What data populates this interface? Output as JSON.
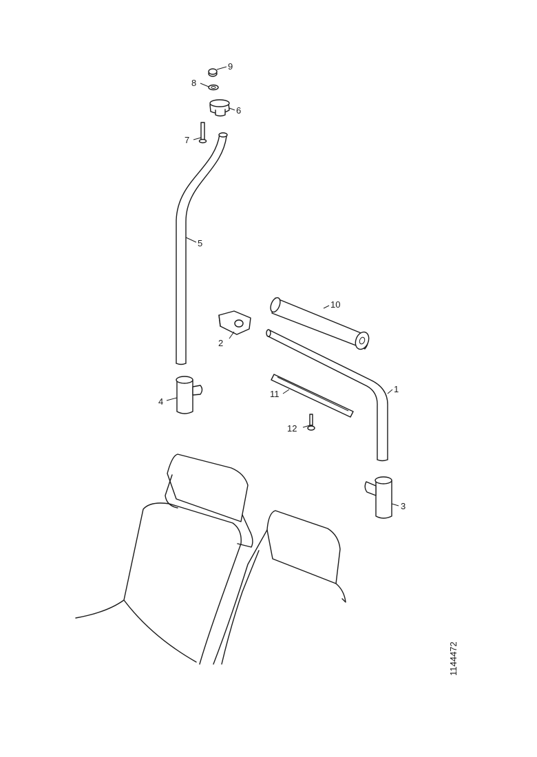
{
  "callouts": [
    "1",
    "2",
    "3",
    "4",
    "5",
    "6",
    "7",
    "8",
    "9",
    "10",
    "11",
    "12"
  ],
  "reference_number": "1144472"
}
